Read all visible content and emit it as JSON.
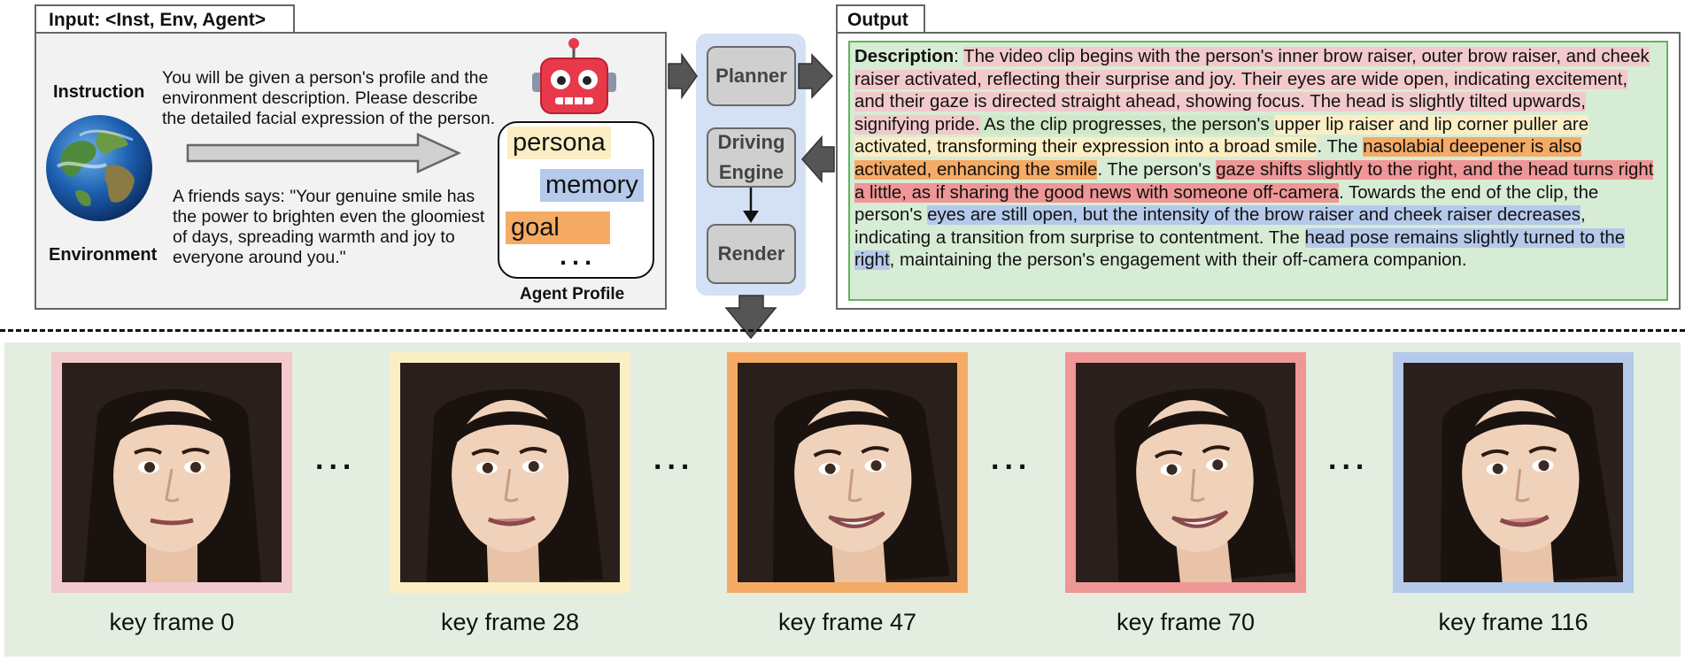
{
  "input": {
    "tab_label": "Input: <Inst, Env, Agent>",
    "instruction_label": "Instruction",
    "environment_label": "Environment",
    "instruction_text": [
      "You will be given a person's profile and the",
      "environment description. Please describe",
      "the detailed facial expression of the person."
    ],
    "environment_text": [
      "A friends says: \"Your genuine smile has",
      "the power to brighten even the gloomiest",
      "of days, spreading warmth and joy to",
      "everyone around you.\""
    ],
    "agent_profile_label": "Agent Profile",
    "chips": [
      "persona",
      "memory",
      "goal",
      "..."
    ]
  },
  "modules": {
    "planner": "Planner",
    "driving_engine": [
      "Driving",
      "Engine"
    ],
    "render": "Render"
  },
  "output": {
    "tab_label": "Output",
    "desc_label": "Description",
    "segments": [
      {
        "text": ": ",
        "hl": "none"
      },
      {
        "text": "The video clip begins with the person's inner brow raiser, outer brow raiser, and cheek raiser activated, reflecting their surprise and joy. Their eyes are wide open, indicating excitement, and their gaze is directed straight ahead, showing focus. The head is slightly tilted upwards, signifying pride.",
        "hl": "red"
      },
      {
        "text": " As the clip progresses, the person's ",
        "hl": "green"
      },
      {
        "text": "upper lip raiser and lip corner puller are activated, transforming their expression into a broad smile",
        "hl": "yellow"
      },
      {
        "text": ". The ",
        "hl": "none"
      },
      {
        "text": "nasolabial deepener is also activated, enhancing the smile",
        "hl": "orange"
      },
      {
        "text": ". The person's ",
        "hl": "none"
      },
      {
        "text": "gaze shifts slightly to the right, and the head turns right a little, as if sharing the good news with someone off-camera",
        "hl": "dred"
      },
      {
        "text": ". Towards the end of the clip, the person's ",
        "hl": "none"
      },
      {
        "text": "eyes are still open, but the intensity of the brow raiser and cheek raiser decreases",
        "hl": "blue"
      },
      {
        "text": ", indicating a transition from surprise to contentment. The ",
        "hl": "none"
      },
      {
        "text": "head pose remains slightly turned to the right",
        "hl": "blue"
      },
      {
        "text": ", maintaining the person's engagement with their off-camera companion.",
        "hl": "none"
      }
    ]
  },
  "frames": [
    {
      "caption": "key frame 0",
      "border": "#f2c9cc"
    },
    {
      "caption": "key frame 28",
      "border": "#fbeec4"
    },
    {
      "caption": "key frame 47",
      "border": "#f5ab65"
    },
    {
      "caption": "key frame 70",
      "border": "#ef9696"
    },
    {
      "caption": "key frame 116",
      "border": "#b5c9ea"
    }
  ],
  "ellipsis": "..."
}
